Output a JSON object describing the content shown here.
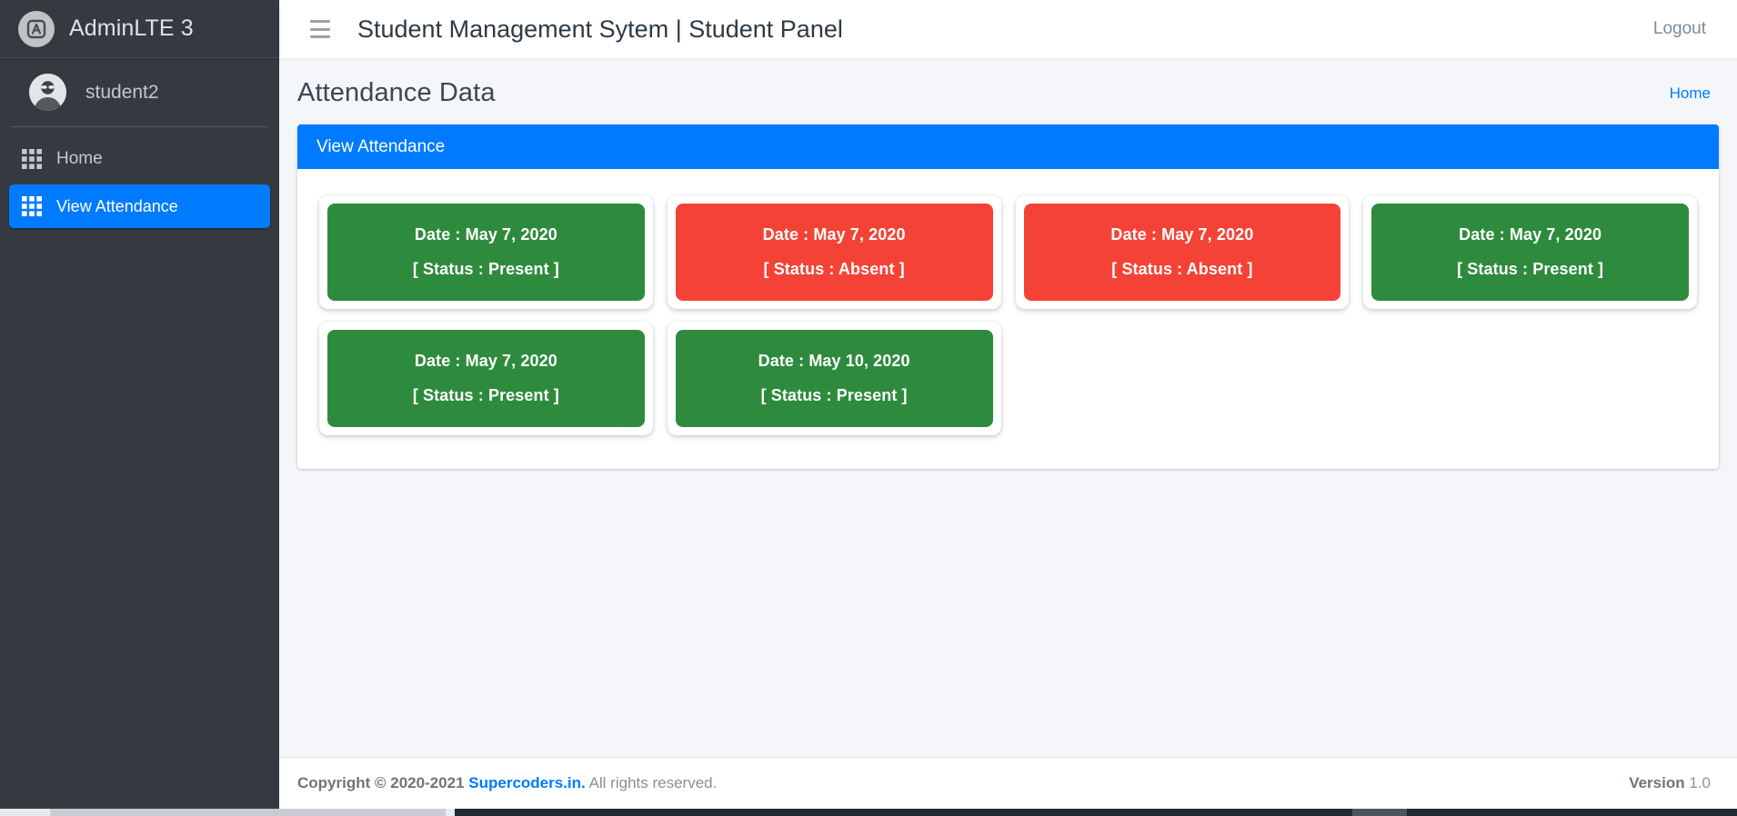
{
  "brand": {
    "name": "AdminLTE 3",
    "logo_icon": "adminlte-logo-icon"
  },
  "sidebar": {
    "user": {
      "name": "student2",
      "avatar_icon": "user-avatar"
    },
    "items": [
      {
        "label": "Home",
        "icon": "th-grid-icon",
        "active": false
      },
      {
        "label": "View Attendance",
        "icon": "th-grid-icon",
        "active": true
      }
    ]
  },
  "header": {
    "menu_toggle_icon": "hamburger-icon",
    "title": "Student Management Sytem | Student Panel",
    "logout_label": "Logout"
  },
  "content_header": {
    "page_title": "Attendance Data",
    "breadcrumb": [
      {
        "label": "Home",
        "link": true
      }
    ]
  },
  "card": {
    "header_title": "View Attendance",
    "header_color": "#007bff",
    "attendance": [
      {
        "date_label": "Date : May 7, 2020",
        "status_label": "[ Status : Present ]",
        "status": "present",
        "color": "#2e8b3d"
      },
      {
        "date_label": "Date : May 7, 2020",
        "status_label": "[ Status : Absent ]",
        "status": "absent",
        "color": "#f44336"
      },
      {
        "date_label": "Date : May 7, 2020",
        "status_label": "[ Status : Absent ]",
        "status": "absent",
        "color": "#f44336"
      },
      {
        "date_label": "Date : May 7, 2020",
        "status_label": "[ Status : Present ]",
        "status": "present",
        "color": "#2e8b3d"
      },
      {
        "date_label": "Date : May 7, 2020",
        "status_label": "[ Status : Present ]",
        "status": "present",
        "color": "#2e8b3d"
      },
      {
        "date_label": "Date : May 10, 2020",
        "status_label": "[ Status : Present ]",
        "status": "present",
        "color": "#2e8b3d"
      }
    ]
  },
  "footer": {
    "copyright_prefix": "Copyright © 2020-2021",
    "company": "Supercoders.in.",
    "rights": "All rights reserved.",
    "version_label": "Version",
    "version_number": "1.0"
  }
}
